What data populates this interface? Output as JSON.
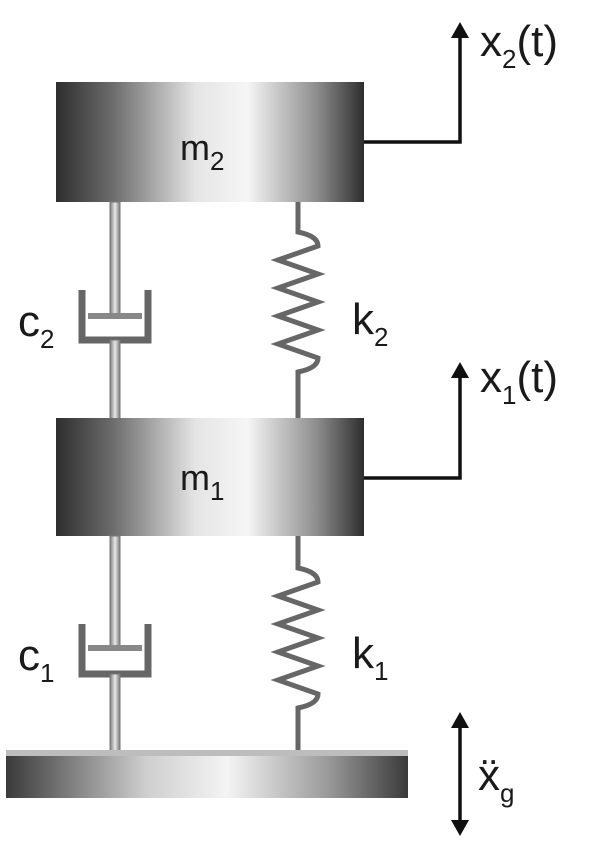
{
  "masses": {
    "upper": {
      "symbol": "m",
      "subscript": "2"
    },
    "lower": {
      "symbol": "m",
      "subscript": "1"
    }
  },
  "dampers": {
    "upper": {
      "symbol": "c",
      "subscript": "2"
    },
    "lower": {
      "symbol": "c",
      "subscript": "1"
    }
  },
  "springs": {
    "upper": {
      "symbol": "k",
      "subscript": "2"
    },
    "lower": {
      "symbol": "k",
      "subscript": "1"
    }
  },
  "displacements": {
    "upper": {
      "symbol": "x",
      "subscript": "2",
      "suffix": "(t)"
    },
    "lower": {
      "symbol": "x",
      "subscript": "1",
      "suffix": "(t)"
    }
  },
  "ground_excitation": {
    "symbol": "ẍ",
    "subscript": "g"
  },
  "colors": {
    "mass_dark": "#3a3a3a",
    "mass_light": "#f2f2f2",
    "line": "#111111",
    "spring": "#555555"
  }
}
